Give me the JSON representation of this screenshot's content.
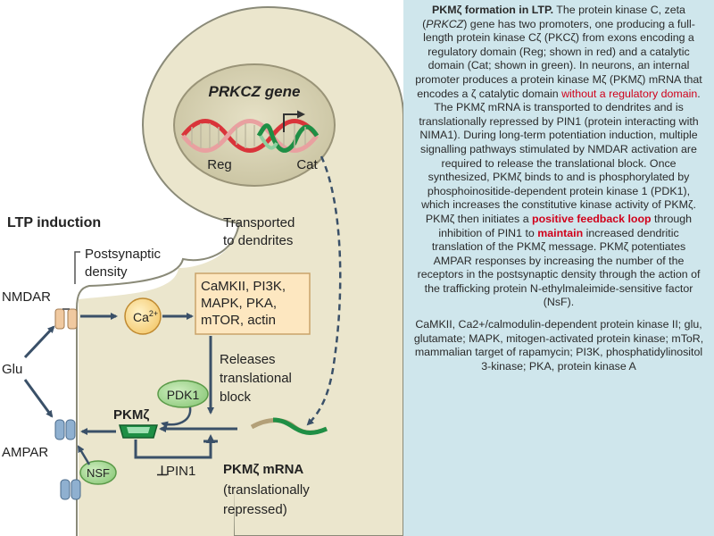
{
  "diagram": {
    "gene_title": "PRKCZ gene",
    "reg_label": "Reg",
    "cat_label": "Cat",
    "transported_line1": "Transported",
    "transported_line2": "to dendrites",
    "ltp_induction": "LTP induction",
    "psd_line1": "Postsynaptic",
    "psd_line2": "density",
    "nmdar": "NMDAR",
    "glu": "Glu",
    "ampar": "AMPAR",
    "ca": "Ca",
    "ca_sup": "2+",
    "kinases_line1": "CaMKII, PI3K,",
    "kinases_line2": "MAPK, PKA,",
    "kinases_line3": "mTOR, actin",
    "releases_line1": "Releases",
    "releases_line2": "translational",
    "releases_line3": "block",
    "pdk1": "PDK1",
    "pkmz": "PKMζ",
    "pin1": "PIN1",
    "nsf": "NSF",
    "mrna_title": "PKMζ mRNA",
    "mrna_line2": "(translationally",
    "mrna_line3": "repressed)",
    "colors": {
      "reg": "#d9343a",
      "cat": "#1f8f45",
      "mrna_tan": "#b3a078",
      "spine": "#ebe6cd"
    }
  },
  "caption": {
    "title": "PKMζ formation in LTP.",
    "t1": " The protein kinase C, zeta (",
    "t1i": "PRKCZ",
    "t2": ") gene has two promoters, one producing a full-length protein kinase Cζ (PKCζ) from exons encoding a regulatory domain (Reg; shown in red) and a catalytic domain (Cat; shown in green). In neurons, an internal promoter produces a protein kinase Mζ (PKMζ) mRNA that encodes a ζ catalytic domain ",
    "h1": "without a regulatory domain",
    "t3": ". The PKMζ mRNA is transported to dendrites and is translationally repressed by PIN1 (protein interacting with NIMA1). During long-term potentiation induction, multiple signalling pathways stimulated by NMDAR activation are required to release the translational block. Once synthesized, PKMζ binds to and is phosphorylated by phosphoinositide-dependent protein kinase 1 (PDK1), which increases the constitutive kinase activity of PKMζ. PKMζ then initiates a ",
    "h2": "positive feedback loop",
    "t4": " through inhibition of PIN1 to ",
    "h3": "maintain",
    "t5": " increased dendritic translation of the PKMζ message. PKMζ potentiates AMPAR responses by increasing the number of the receptors in the postsynaptic density through the action of the trafficking protein N-ethylmaleimide-sensitive factor (NsF).",
    "abbreviations": "CaMKII, Ca2+/calmodulin-dependent protein kinase II; glu, glutamate; MAPK, mitogen-activated protein kinase; mToR, mammalian target of rapamycin; PI3K, phosphatidylinositol 3-kinase; PKA, protein kinase A"
  }
}
